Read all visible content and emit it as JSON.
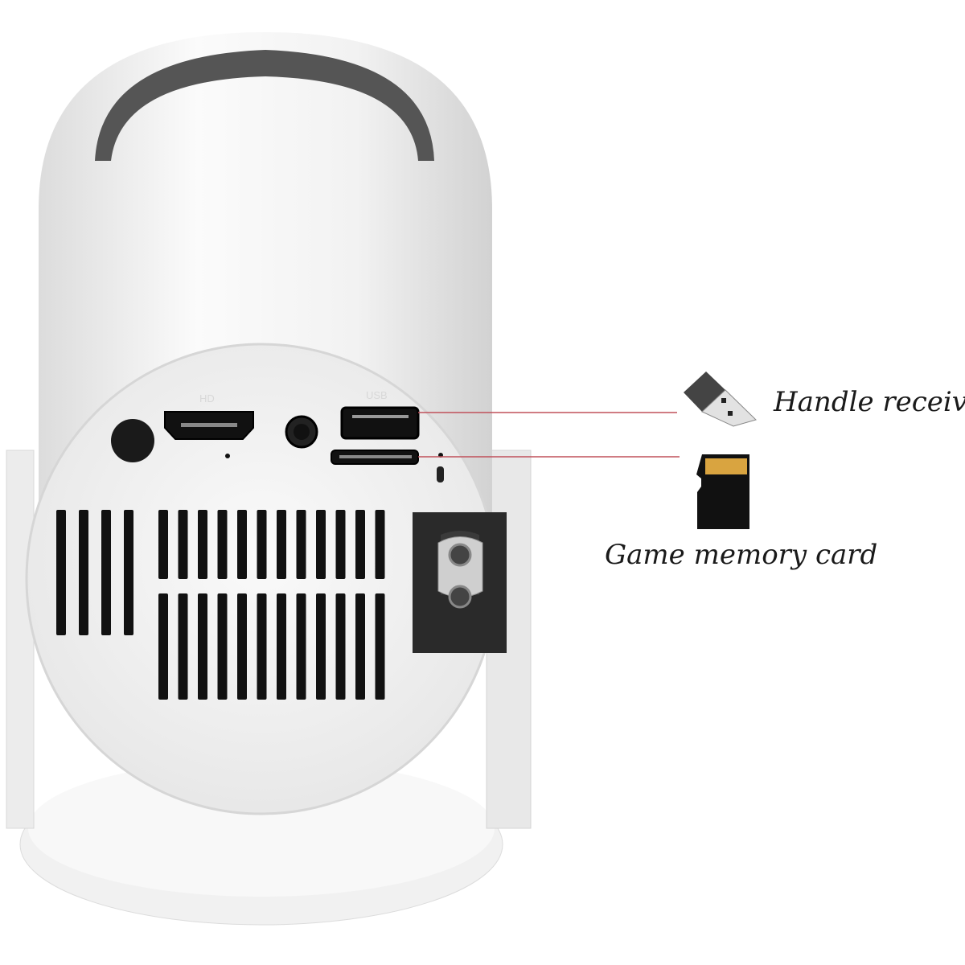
{
  "product": {
    "port_labels": {
      "hdmi": "HD",
      "usb": "USB"
    },
    "callouts": [
      {
        "label": "Handle receive",
        "icon": "usb-dongle-icon"
      },
      {
        "label": "Game memory card",
        "icon": "microsd-card-icon"
      }
    ],
    "colors": {
      "body": "#f4f4f4",
      "callout_line": "#c0505a",
      "port": "#111111",
      "contacts": "#d9a440"
    }
  }
}
